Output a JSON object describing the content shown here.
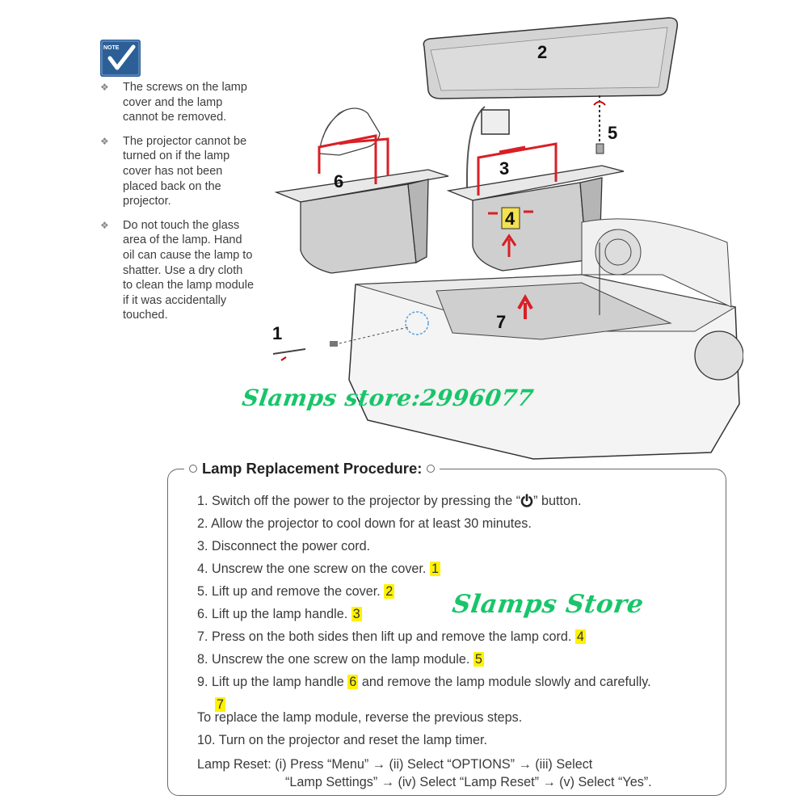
{
  "note": {
    "icon_label": "NOTE",
    "items": [
      "The screws on the lamp cover and the lamp cannot be removed.",
      "The projector cannot be turned on if the lamp cover has not been placed back on the projector.",
      "Do not touch the glass area of the lamp. Hand oil can cause the lamp to shatter. Use a dry cloth to clean the lamp module if it was accidentally touched."
    ]
  },
  "illustration": {
    "callouts": [
      "1",
      "2",
      "3",
      "4",
      "5",
      "6",
      "7"
    ]
  },
  "watermarks": [
    "Slamps store:2996077",
    "Slamps Store"
  ],
  "procedure": {
    "title": "Lamp Replacement Procedure:",
    "steps": [
      {
        "text": "1. Switch off the power to the projector by pressing the “",
        "after": "” button."
      },
      {
        "text": "2. Allow the projector to cool down for at least 30 minutes."
      },
      {
        "text": "3. Disconnect the power cord."
      },
      {
        "text": "4. Unscrew the one screw on the cover.",
        "tag": "1"
      },
      {
        "text": "5. Lift up and remove the cover.",
        "tag": "2"
      },
      {
        "text": "6. Lift up the lamp handle.",
        "tag": "3"
      },
      {
        "text": "7. Press on the both sides then lift up and remove the lamp cord.",
        "tag": "4"
      },
      {
        "text": "8. Unscrew the one screw on the lamp module.",
        "tag": "5"
      },
      {
        "text": "9. Lift up the lamp handle",
        "tag": "6",
        "after": "and remove the lamp module slowly and carefully.",
        "tag2": "7"
      }
    ],
    "replace_note": "To replace the lamp module, reverse the previous steps.",
    "step10": "10.   Turn on the projector and reset the lamp timer.",
    "reset_line1": "Lamp Reset: (i) Press “Menu” → (ii) Select “OPTIONS” → (iii) Select",
    "reset_line2": "“Lamp Settings” → (iv) Select “Lamp Reset” → (v) Select “Yes”."
  }
}
